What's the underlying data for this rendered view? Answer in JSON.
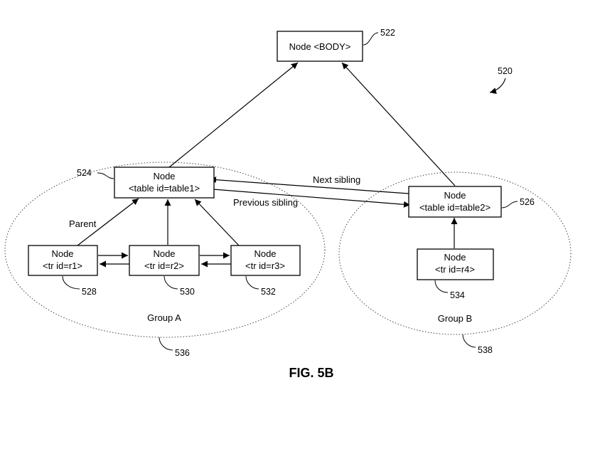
{
  "figure_label": "FIG. 5B",
  "figure_ref": "520",
  "nodes": {
    "body": {
      "line1": "Node  <BODY>",
      "ref": "522"
    },
    "table1": {
      "line1": "Node",
      "line2": "<table id=table1>",
      "ref": "524"
    },
    "table2": {
      "line1": "Node",
      "line2": "<table id=table2>",
      "ref": "526"
    },
    "r1": {
      "line1": "Node",
      "line2": "<tr id=r1>",
      "ref": "528"
    },
    "r2": {
      "line1": "Node",
      "line2": "<tr id=r2>",
      "ref": "530"
    },
    "r3": {
      "line1": "Node",
      "line2": "<tr id=r3>",
      "ref": "532"
    },
    "r4": {
      "line1": "Node",
      "line2": "<tr id=r4>",
      "ref": "534"
    }
  },
  "groups": {
    "a": {
      "label": "Group A",
      "ref": "536"
    },
    "b": {
      "label": "Group B",
      "ref": "538"
    }
  },
  "edge_labels": {
    "parent": "Parent",
    "next_sibling": "Next sibling",
    "previous_sibling": "Previous sibling"
  }
}
